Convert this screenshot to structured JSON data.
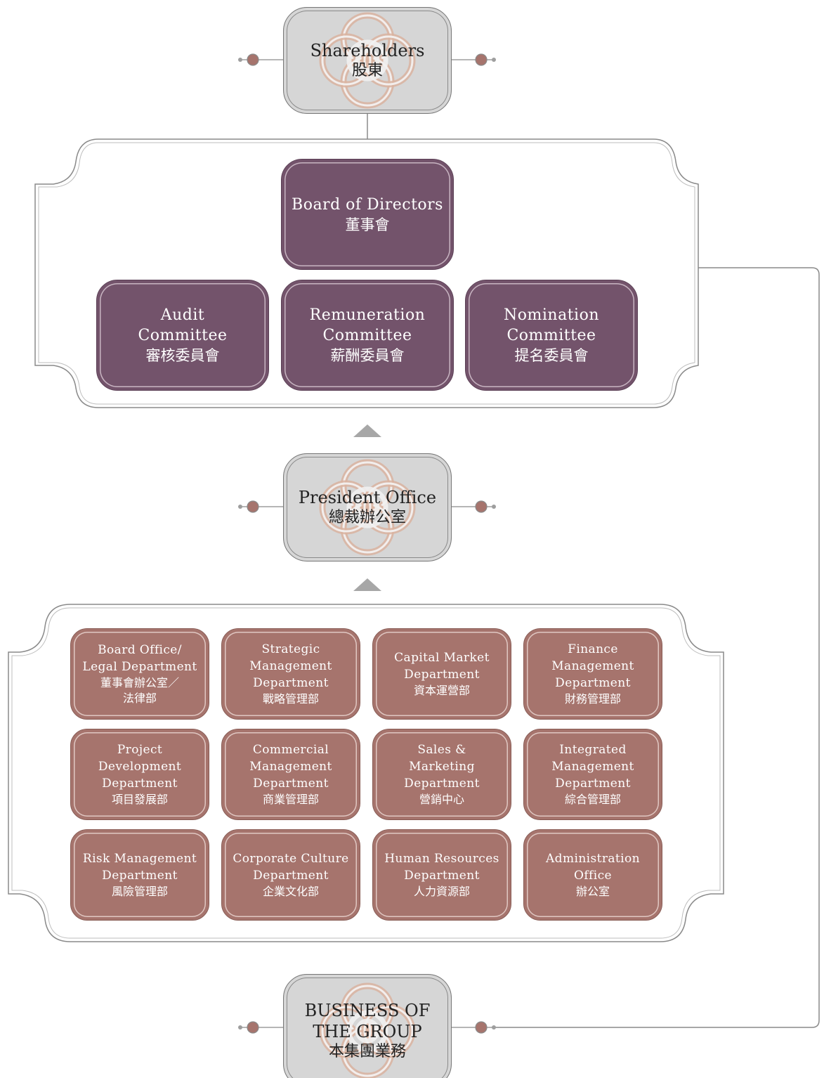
{
  "shareholders": {
    "en": "Shareholders",
    "zh": "股東"
  },
  "board": {
    "main": {
      "en": "Board of Directors",
      "zh": "董事會"
    },
    "committees": [
      {
        "en1": "Audit",
        "en2": "Committee",
        "zh": "審核委員會"
      },
      {
        "en1": "Remuneration",
        "en2": "Committee",
        "zh": "薪酬委員會"
      },
      {
        "en1": "Nomination",
        "en2": "Committee",
        "zh": "提名委員會"
      }
    ]
  },
  "president_office": {
    "en": "President Office",
    "zh": "總裁辦公室"
  },
  "departments": [
    {
      "en": [
        "Board Office/",
        "Legal Department"
      ],
      "zh": [
        "董事會辦公室／",
        "法律部"
      ]
    },
    {
      "en": [
        "Strategic",
        "Management",
        "Department"
      ],
      "zh": [
        "戰略管理部"
      ]
    },
    {
      "en": [
        "Capital Market",
        "Department"
      ],
      "zh": [
        "資本運營部"
      ]
    },
    {
      "en": [
        "Finance",
        "Management",
        "Department"
      ],
      "zh": [
        "財務管理部"
      ]
    },
    {
      "en": [
        "Project",
        "Development",
        "Department"
      ],
      "zh": [
        "項目發展部"
      ]
    },
    {
      "en": [
        "Commercial",
        "Management",
        "Department"
      ],
      "zh": [
        "商業管理部"
      ]
    },
    {
      "en": [
        "Sales &",
        "Marketing",
        "Department"
      ],
      "zh": [
        "營銷中心"
      ]
    },
    {
      "en": [
        "Integrated",
        "Management",
        "Department"
      ],
      "zh": [
        "綜合管理部"
      ]
    },
    {
      "en": [
        "Risk Management",
        "Department"
      ],
      "zh": [
        "風險管理部"
      ]
    },
    {
      "en": [
        "Corporate Culture",
        "Department"
      ],
      "zh": [
        "企業文化部"
      ]
    },
    {
      "en": [
        "Human Resources",
        "Department"
      ],
      "zh": [
        "人力資源部"
      ]
    },
    {
      "en": [
        "Administration",
        "Office"
      ],
      "zh": [
        "辦公室"
      ]
    }
  ],
  "business": {
    "en1": "BUSINESS OF",
    "en2": "THE GROUP",
    "zh": "本集團業務"
  },
  "colors": {
    "grey_box": "#d6d6d6",
    "purple_box": "#73536b",
    "rose_box": "#a6746d",
    "knot_accent": "#d9b3a0",
    "line": "#8a8a8a"
  }
}
